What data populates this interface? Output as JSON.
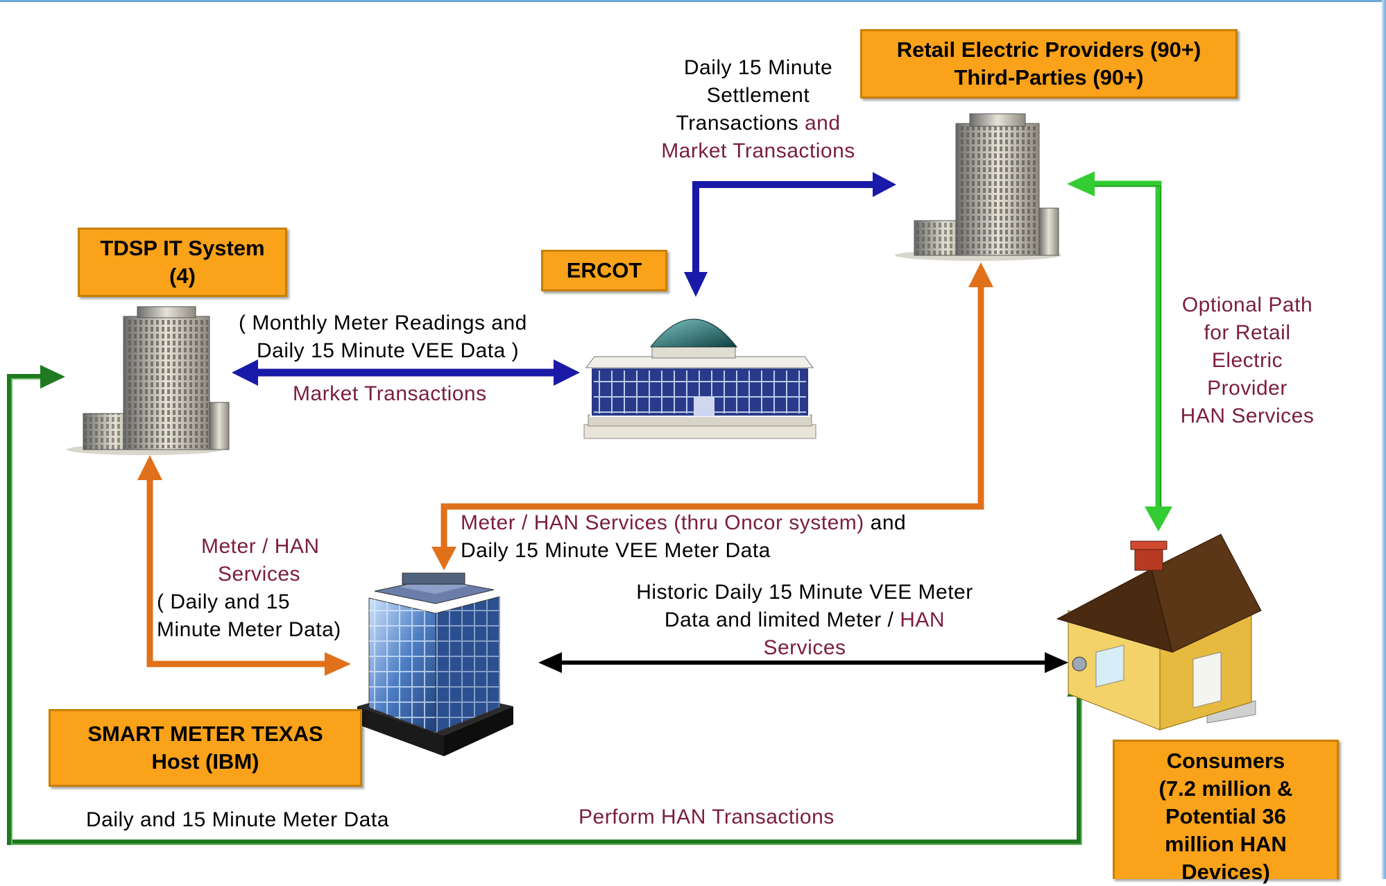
{
  "boxes": {
    "rep": {
      "line1": "Retail Electric Providers (90+)",
      "line2": "Third-Parties (90+)"
    },
    "tdsp": {
      "line1": "TDSP IT System",
      "line2": "(4)"
    },
    "ercot": {
      "line1": "ERCOT"
    },
    "smt": {
      "line1": "SMART METER TEXAS",
      "line2": "Host (IBM)"
    },
    "consumers": {
      "line1": "Consumers",
      "line2": "(7.2 million &",
      "line3": "Potential  36",
      "line4": "million HAN",
      "line5": "Devices)"
    }
  },
  "labels": {
    "settlement": {
      "l1": "Daily 15 Minute",
      "l2": "Settlement",
      "l3a": "Transactions",
      "l3b": "and",
      "l4": "Market Transactions"
    },
    "monthly": {
      "l1": "( Monthly  Meter Readings and",
      "l2": "Daily 15 Minute VEE Data )"
    },
    "market_tx": "Market Transactions",
    "optional": {
      "l1": "Optional Path",
      "l2": "for  Retail",
      "l3": "Electric",
      "l4": "Provider",
      "l5": "HAN Services"
    },
    "meter_han_left": {
      "l1": "Meter / HAN",
      "l2": "Services",
      "l3": "( Daily and 15",
      "l4": "Minute Meter Data)"
    },
    "meter_han_center": {
      "l1a": "Meter / HAN Services (thru Oncor system)",
      "l1b": "and",
      "l2": "Daily 15 Minute VEE Meter Data"
    },
    "historic": {
      "l1": "Historic Daily 15 Minute VEE Meter",
      "l2a": "Data and limited Meter /",
      "l2b": "HAN",
      "l3": "Services"
    },
    "daily_meter": "Daily and 15 Minute Meter Data",
    "perform_han": "Perform HAN Transactions"
  },
  "colors": {
    "blue_arrow": "#1a1aa8",
    "orange_arrow": "#e0701a",
    "green_dark": "#1f7a1f",
    "green_light": "#33cc33",
    "box_fill": "#f9a21a",
    "label_maroon": "#7a1e3c"
  },
  "icons": {
    "rep_building": "office-tower-icon",
    "tdsp_building": "office-tower-icon",
    "ercot_building": "capitol-building-icon",
    "smt_building": "glass-office-icon",
    "consumer_house": "house-icon"
  }
}
